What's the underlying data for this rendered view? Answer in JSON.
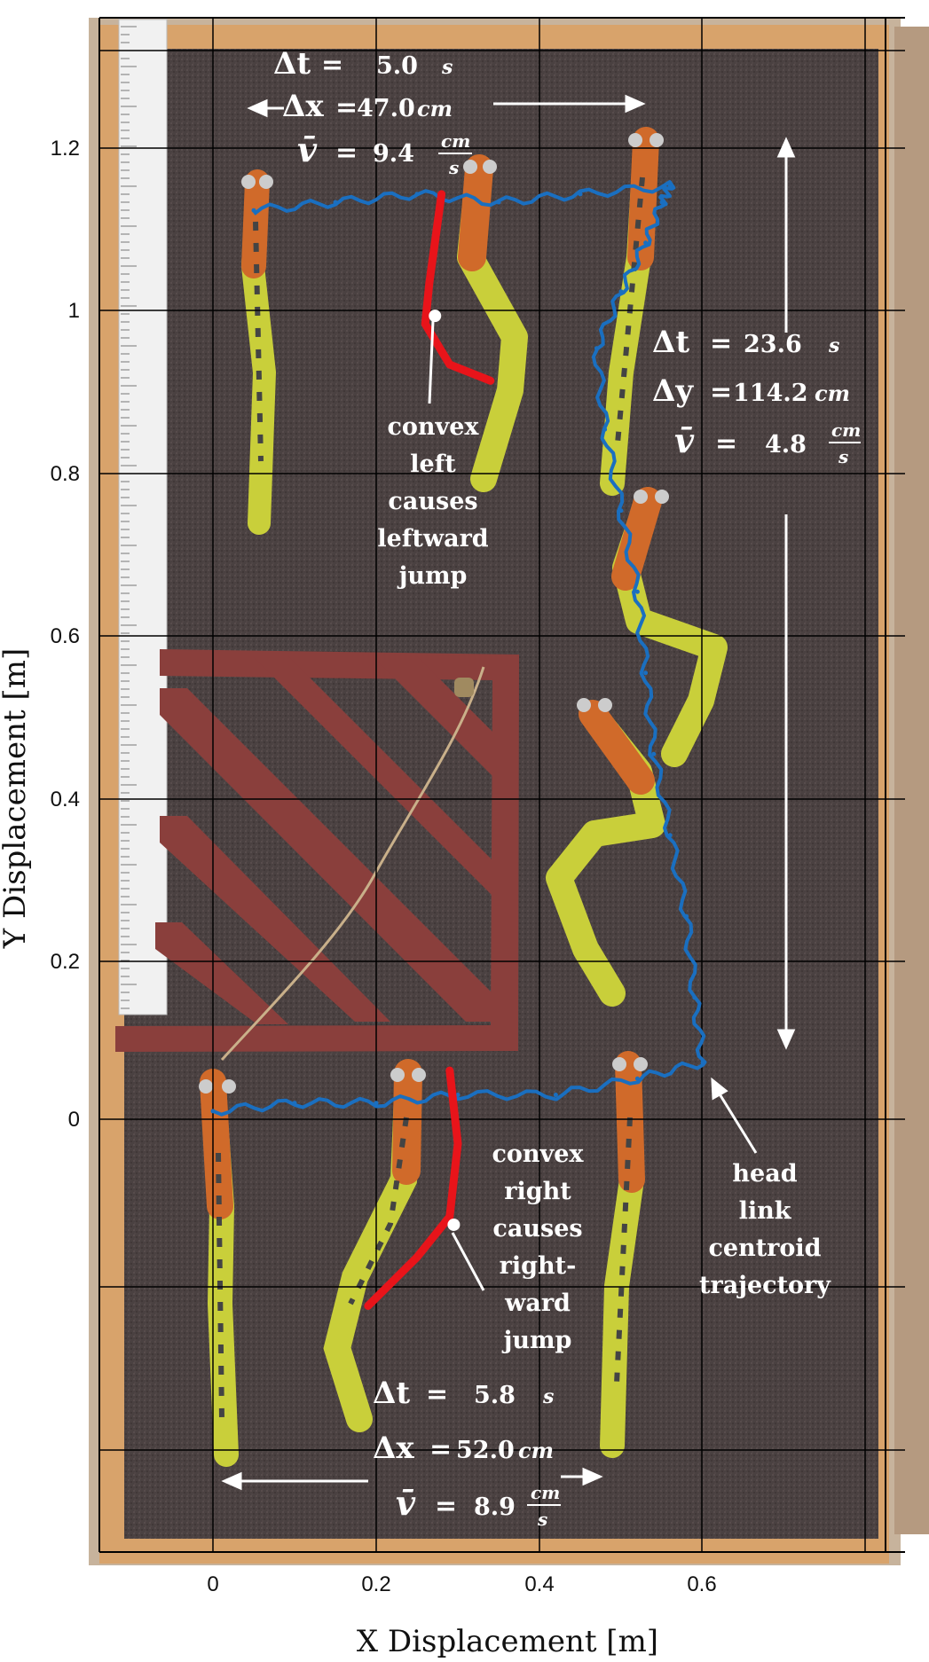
{
  "chart_data": {
    "type": "line",
    "xlabel": "X Displacement [m]",
    "ylabel": "Y Displacement [m]",
    "xlim": [
      -0.14,
      0.83
    ],
    "ylim": [
      -0.53,
      1.35
    ],
    "xticks": [
      0,
      0.2,
      0.4,
      0.6
    ],
    "xtick_labels": [
      "0",
      "0.2",
      "0.4",
      "0.6"
    ],
    "yticks": [
      0,
      0.2,
      0.4,
      0.6,
      0.8,
      1,
      1.2
    ],
    "ytick_labels": [
      "0",
      "0.2",
      "0.4",
      "0.6",
      "0.8",
      "1",
      "1.2"
    ],
    "grid": true,
    "series": [
      {
        "color": "#1a6fc0",
        "x": [
          0.0,
          0.1,
          0.2,
          0.3,
          0.42,
          0.52,
          0.6,
          0.59,
          0.58,
          0.56,
          0.54,
          0.53,
          0.52,
          0.5,
          0.48,
          0.47,
          0.5,
          0.53,
          0.55,
          0.56,
          0.45,
          0.35,
          0.25,
          0.15,
          0.05
        ],
        "y": [
          0.01,
          0.02,
          0.02,
          0.03,
          0.03,
          0.05,
          0.07,
          0.15,
          0.25,
          0.35,
          0.45,
          0.55,
          0.65,
          0.75,
          0.85,
          0.95,
          1.02,
          1.08,
          1.13,
          1.15,
          1.14,
          1.13,
          1.14,
          1.13,
          1.12
        ]
      }
    ],
    "bends": [
      {
        "color": "#e8141a",
        "x": [
          0.29,
          0.3,
          0.29,
          0.25,
          0.19
        ],
        "y": [
          0.06,
          -0.03,
          -0.12,
          -0.17,
          -0.23
        ],
        "dot": {
          "x": 0.295,
          "y": -0.13
        }
      },
      {
        "color": "#e8141a",
        "x": [
          0.28,
          0.265,
          0.26,
          0.29,
          0.34
        ],
        "y": [
          1.14,
          1.03,
          0.98,
          0.93,
          0.91
        ],
        "dot": {
          "x": 0.272,
          "y": 0.99
        }
      }
    ]
  },
  "annotations": {
    "top": {
      "dt_label": "Δt",
      "dt_value": "5.0",
      "dt_unit": "s",
      "dx_label": "Δx",
      "dx_value": "47.0",
      "dx_unit": "cm",
      "v_label": "v̄",
      "v_value": "9.4",
      "v_unit_num": "cm",
      "v_unit_den": "s"
    },
    "right": {
      "dt_label": "Δt",
      "dt_value": "23.6",
      "dt_unit": "s",
      "dy_label": "Δy",
      "dy_value": "114.2",
      "dy_unit": "cm",
      "v_label": "v̄",
      "v_value": "4.8",
      "v_unit_num": "cm",
      "v_unit_den": "s"
    },
    "bottom": {
      "dt_label": "Δt",
      "dt_value": "5.8",
      "dt_unit": "s",
      "dx_label": "Δx",
      "dx_value": "52.0",
      "dx_unit": "cm",
      "v_label": "v̄",
      "v_value": "8.9",
      "v_unit_num": "cm",
      "v_unit_den": "s"
    },
    "left_jump": [
      "convex",
      "left",
      "causes",
      "leftward",
      "jump"
    ],
    "right_jump": [
      "convex",
      "right",
      "causes",
      "right-",
      "ward",
      "jump"
    ],
    "trajectory": [
      "head",
      "link",
      "centroid",
      "trajectory"
    ]
  },
  "colors": {
    "carpet": "#4a4141",
    "frame": "#d8a36b",
    "tape": "#8a3f3c",
    "robot_orange": "#d06a2a",
    "robot_yellow": "#cfd23a",
    "trajectory": "#1a6fc0",
    "bend": "#e8141a"
  }
}
